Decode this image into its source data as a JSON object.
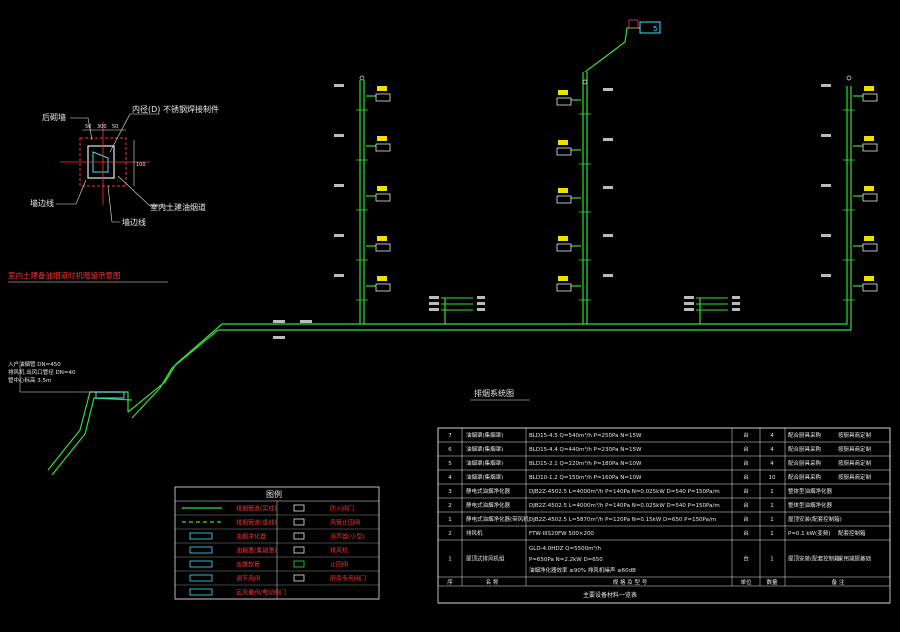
{
  "detail": {
    "title": "室内土建备油烟道时机暗留示意图",
    "label_rear_wall": "后砌墙",
    "label_inner_flue": "内径(D) 不锈钢焊接制件",
    "label_wall_line_1": "墙边线",
    "label_wall_line_2": "墙边线",
    "label_flue": "室内土建油烟道",
    "dims": [
      "50",
      "300",
      "50",
      "100"
    ]
  },
  "system": {
    "title": "排烟系统图",
    "left_note_lines": [
      "入户油烟管 DN=450",
      "排风机 出风口管径 DN=40",
      "管中心标高 3.5m"
    ],
    "top_box_label": "5"
  },
  "legend": {
    "title": "图例",
    "rows": [
      {
        "left": "排烟管道(实线)",
        "right": "防火阀门"
      },
      {
        "left": "排烟管道(虚线)",
        "right": "风管止回阀"
      },
      {
        "left": "油烟净化器",
        "right": "消声器(小型)"
      },
      {
        "left": "油烟罩(集烟罩)",
        "right": "排风机"
      },
      {
        "left": "金属软管",
        "right": "止回阀"
      },
      {
        "left": "调节风阀",
        "right": "厨房专用阀门"
      },
      {
        "left": "定风量阀/电动阀门",
        "right": ""
      }
    ]
  },
  "equipment_table": {
    "footer": "主要设备材料一览表",
    "header": [
      "序",
      "名称",
      "规格及型号",
      "",
      "单位",
      "数量",
      "备注"
    ],
    "rows": [
      {
        "no": "7",
        "name": "油烟罩(集烟罩)",
        "spec": "BLD15-4.5    Q=540m³/h    P=250Pa    N=15W",
        "unit": "台",
        "qty": "4",
        "note1": "配合厨具采购",
        "note2": "按厨具商定制"
      },
      {
        "no": "6",
        "name": "油烟罩(集烟罩)",
        "spec": "BLD15-4.4    Q=440m³/h    P=230Pa    N=15W",
        "unit": "台",
        "qty": "4",
        "note1": "配合厨具采购",
        "note2": "按厨具商定制"
      },
      {
        "no": "5",
        "name": "油烟罩(集烟罩)",
        "spec": "BLD15-2.1    Q=220m³/h    P=180Pa    N=10W",
        "unit": "台",
        "qty": "4",
        "note1": "配合厨具采购",
        "note2": "按厨具商定制"
      },
      {
        "no": "4",
        "name": "油烟罩(集烟罩)",
        "spec": "BLD10-1.2    Q=150m³/h    P=160Pa    N=10W",
        "unit": "台",
        "qty": "10",
        "note1": "配合厨具采购",
        "note2": "按厨具商定制"
      },
      {
        "no": "3",
        "name": "静电式油烟净化器",
        "spec": "DJB2Z-4502.5    L=4000m³/h    P=140Pa    N=0.025kW    D=540    P=150Pa/m",
        "unit": "台",
        "qty": "1",
        "note1": "整体型油烟净化器",
        "note2": ""
      },
      {
        "no": "2",
        "name": "静电式油烟净化器",
        "spec": "DJB2Z-4502.5    L=4000m³/h    P=140Pa    N=0.025kW    D=540    P=150Pa/m",
        "unit": "台",
        "qty": "1",
        "note1": "整体型油烟净化器",
        "note2": ""
      },
      {
        "no": "1",
        "name": "静电式油烟净化器(带风机)",
        "spec": "DJB2Z-4502.5    L=5870m³/h    P=120Pa    N=0.15kW    D=650    P=150Pa/m",
        "unit": "台",
        "qty": "1",
        "note1": "屋顶安装(配套控制箱)",
        "note2": ""
      },
      {
        "no": "2",
        "name": "排风机",
        "spec": "FTW-IIIS20FW    500×200",
        "unit": "台",
        "qty": "1",
        "note1": "P=0.1 kW(变频)",
        "note2": "配套控制箱"
      },
      {
        "no": "1",
        "name": "屋顶式排风机组",
        "spec_lines": [
          "GLD-4.0HDZ    Q=5500m³/h",
          "P=650Pa    N=2.2kW    D=650",
          "油烟净化器效率          ≥90%          排风机噪声          ≤60dB"
        ],
        "unit": "台",
        "qty": "1",
        "note1": "屋顶安装(配套控制箱)",
        "note2": "采用减振基础"
      }
    ],
    "col_head": {
      "no": "序",
      "name": "名 称",
      "spec": "规 格 及 型 号",
      "unit": "单位",
      "qty": "数量",
      "note": "备 注"
    }
  }
}
